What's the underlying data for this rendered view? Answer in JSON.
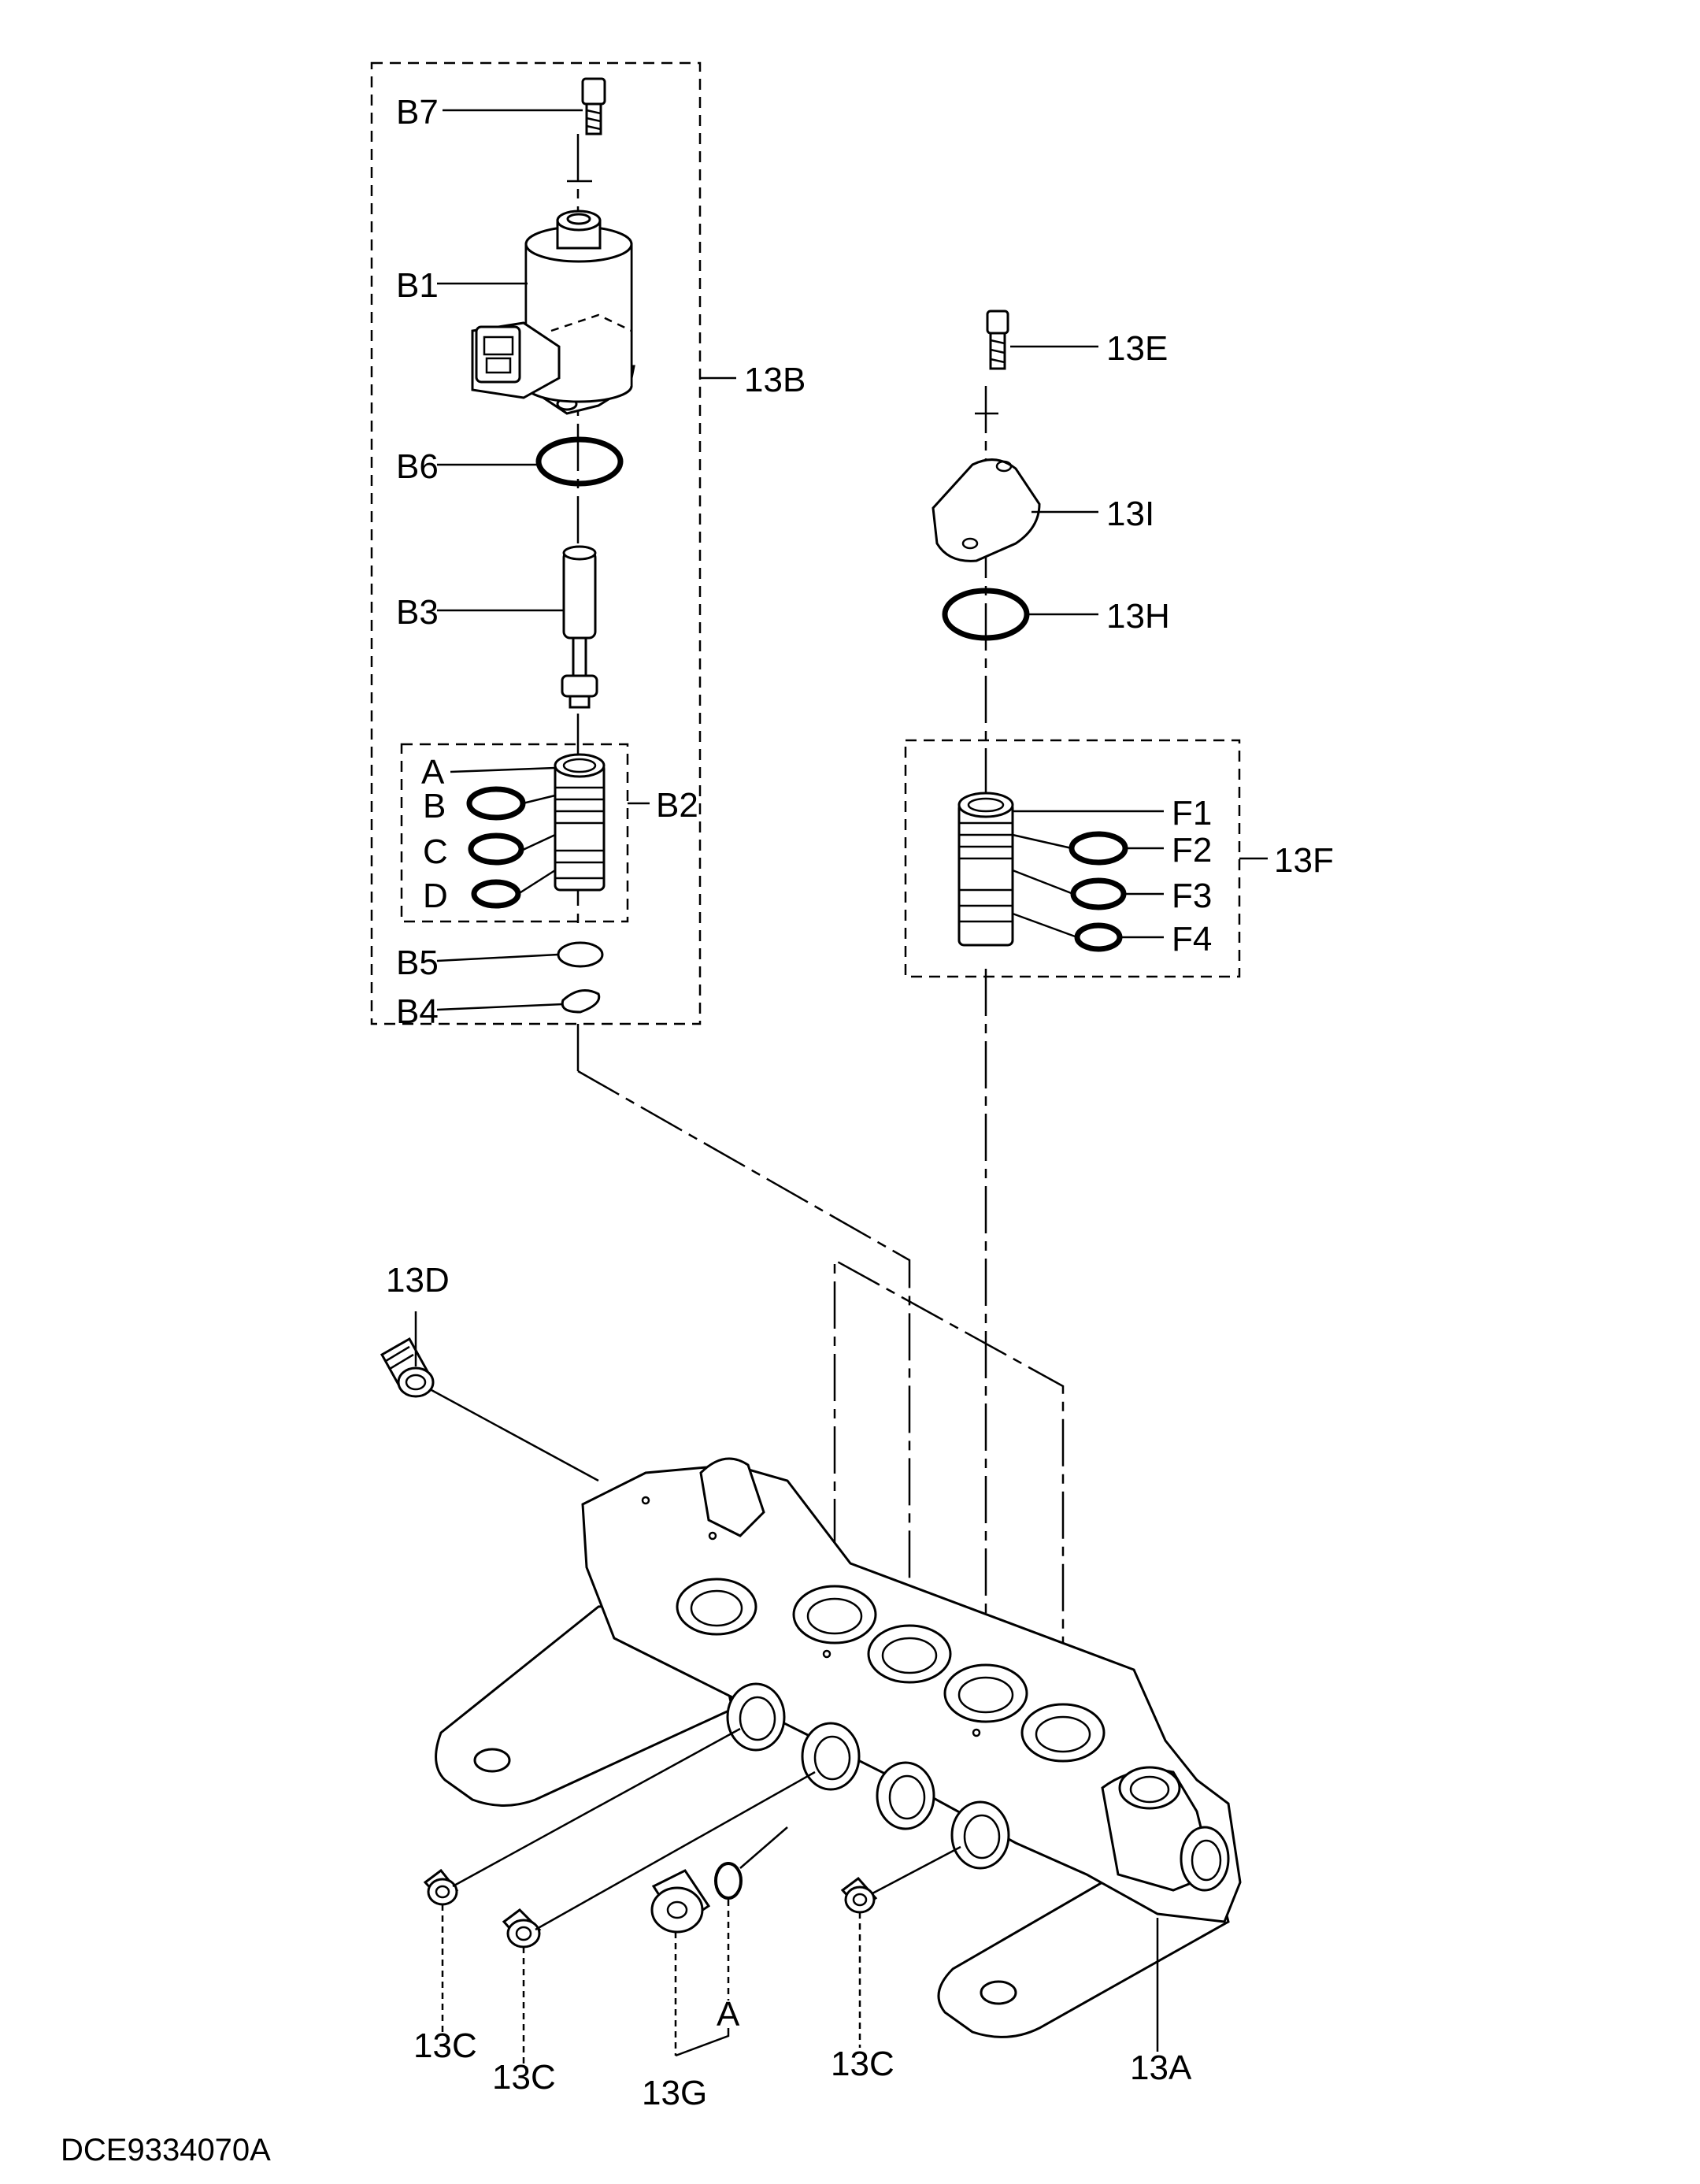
{
  "drawing_number": "DCE9334070A",
  "groups": {
    "b_assembly": "13B",
    "b2_cartridge": "B2",
    "f_assembly": "13F"
  },
  "labels": {
    "b7": "B7",
    "b1": "B1",
    "b6": "B6",
    "b3": "B3",
    "b2_a": "A",
    "b2_b": "B",
    "b2_c": "C",
    "b2_d": "D",
    "b5": "B5",
    "b4": "B4",
    "e13": "13E",
    "i13": "13I",
    "h13": "13H",
    "f1": "F1",
    "f2": "F2",
    "f3": "F3",
    "f4": "F4",
    "d13": "13D",
    "c13_1": "13C",
    "c13_2": "13C",
    "g13": "13G",
    "g13_a": "A",
    "c13_3": "13C",
    "a13": "13A"
  }
}
